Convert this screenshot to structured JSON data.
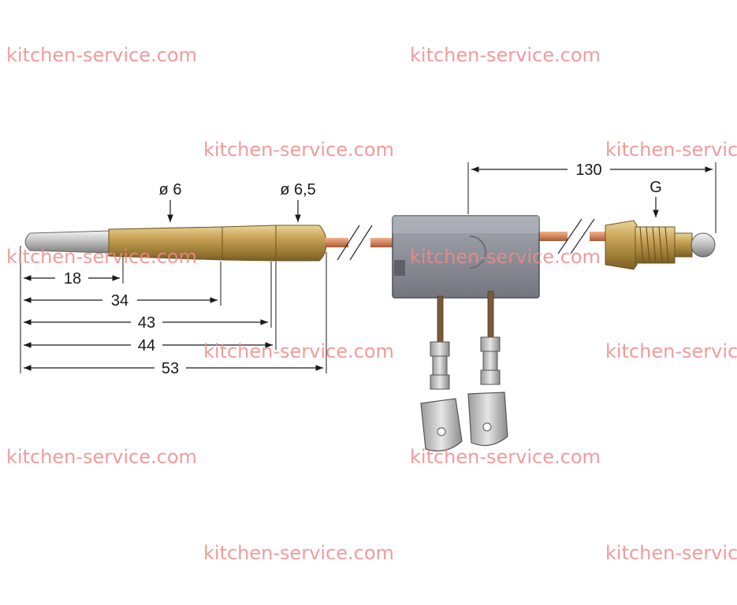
{
  "dimensions": {
    "d18": "18",
    "d34": "34",
    "d43": "43",
    "d44": "44",
    "d53": "53",
    "d130": "130",
    "dia6": "ø 6",
    "dia65": "ø 6,5",
    "thread": "G"
  },
  "watermark": {
    "text": "kitchen-service.com",
    "text_cut": "kitchen-servic"
  },
  "colors": {
    "copper": "#d2875f",
    "brass": "#c9a458",
    "block": "#8c8f98",
    "watermark": "#f08a8a"
  }
}
